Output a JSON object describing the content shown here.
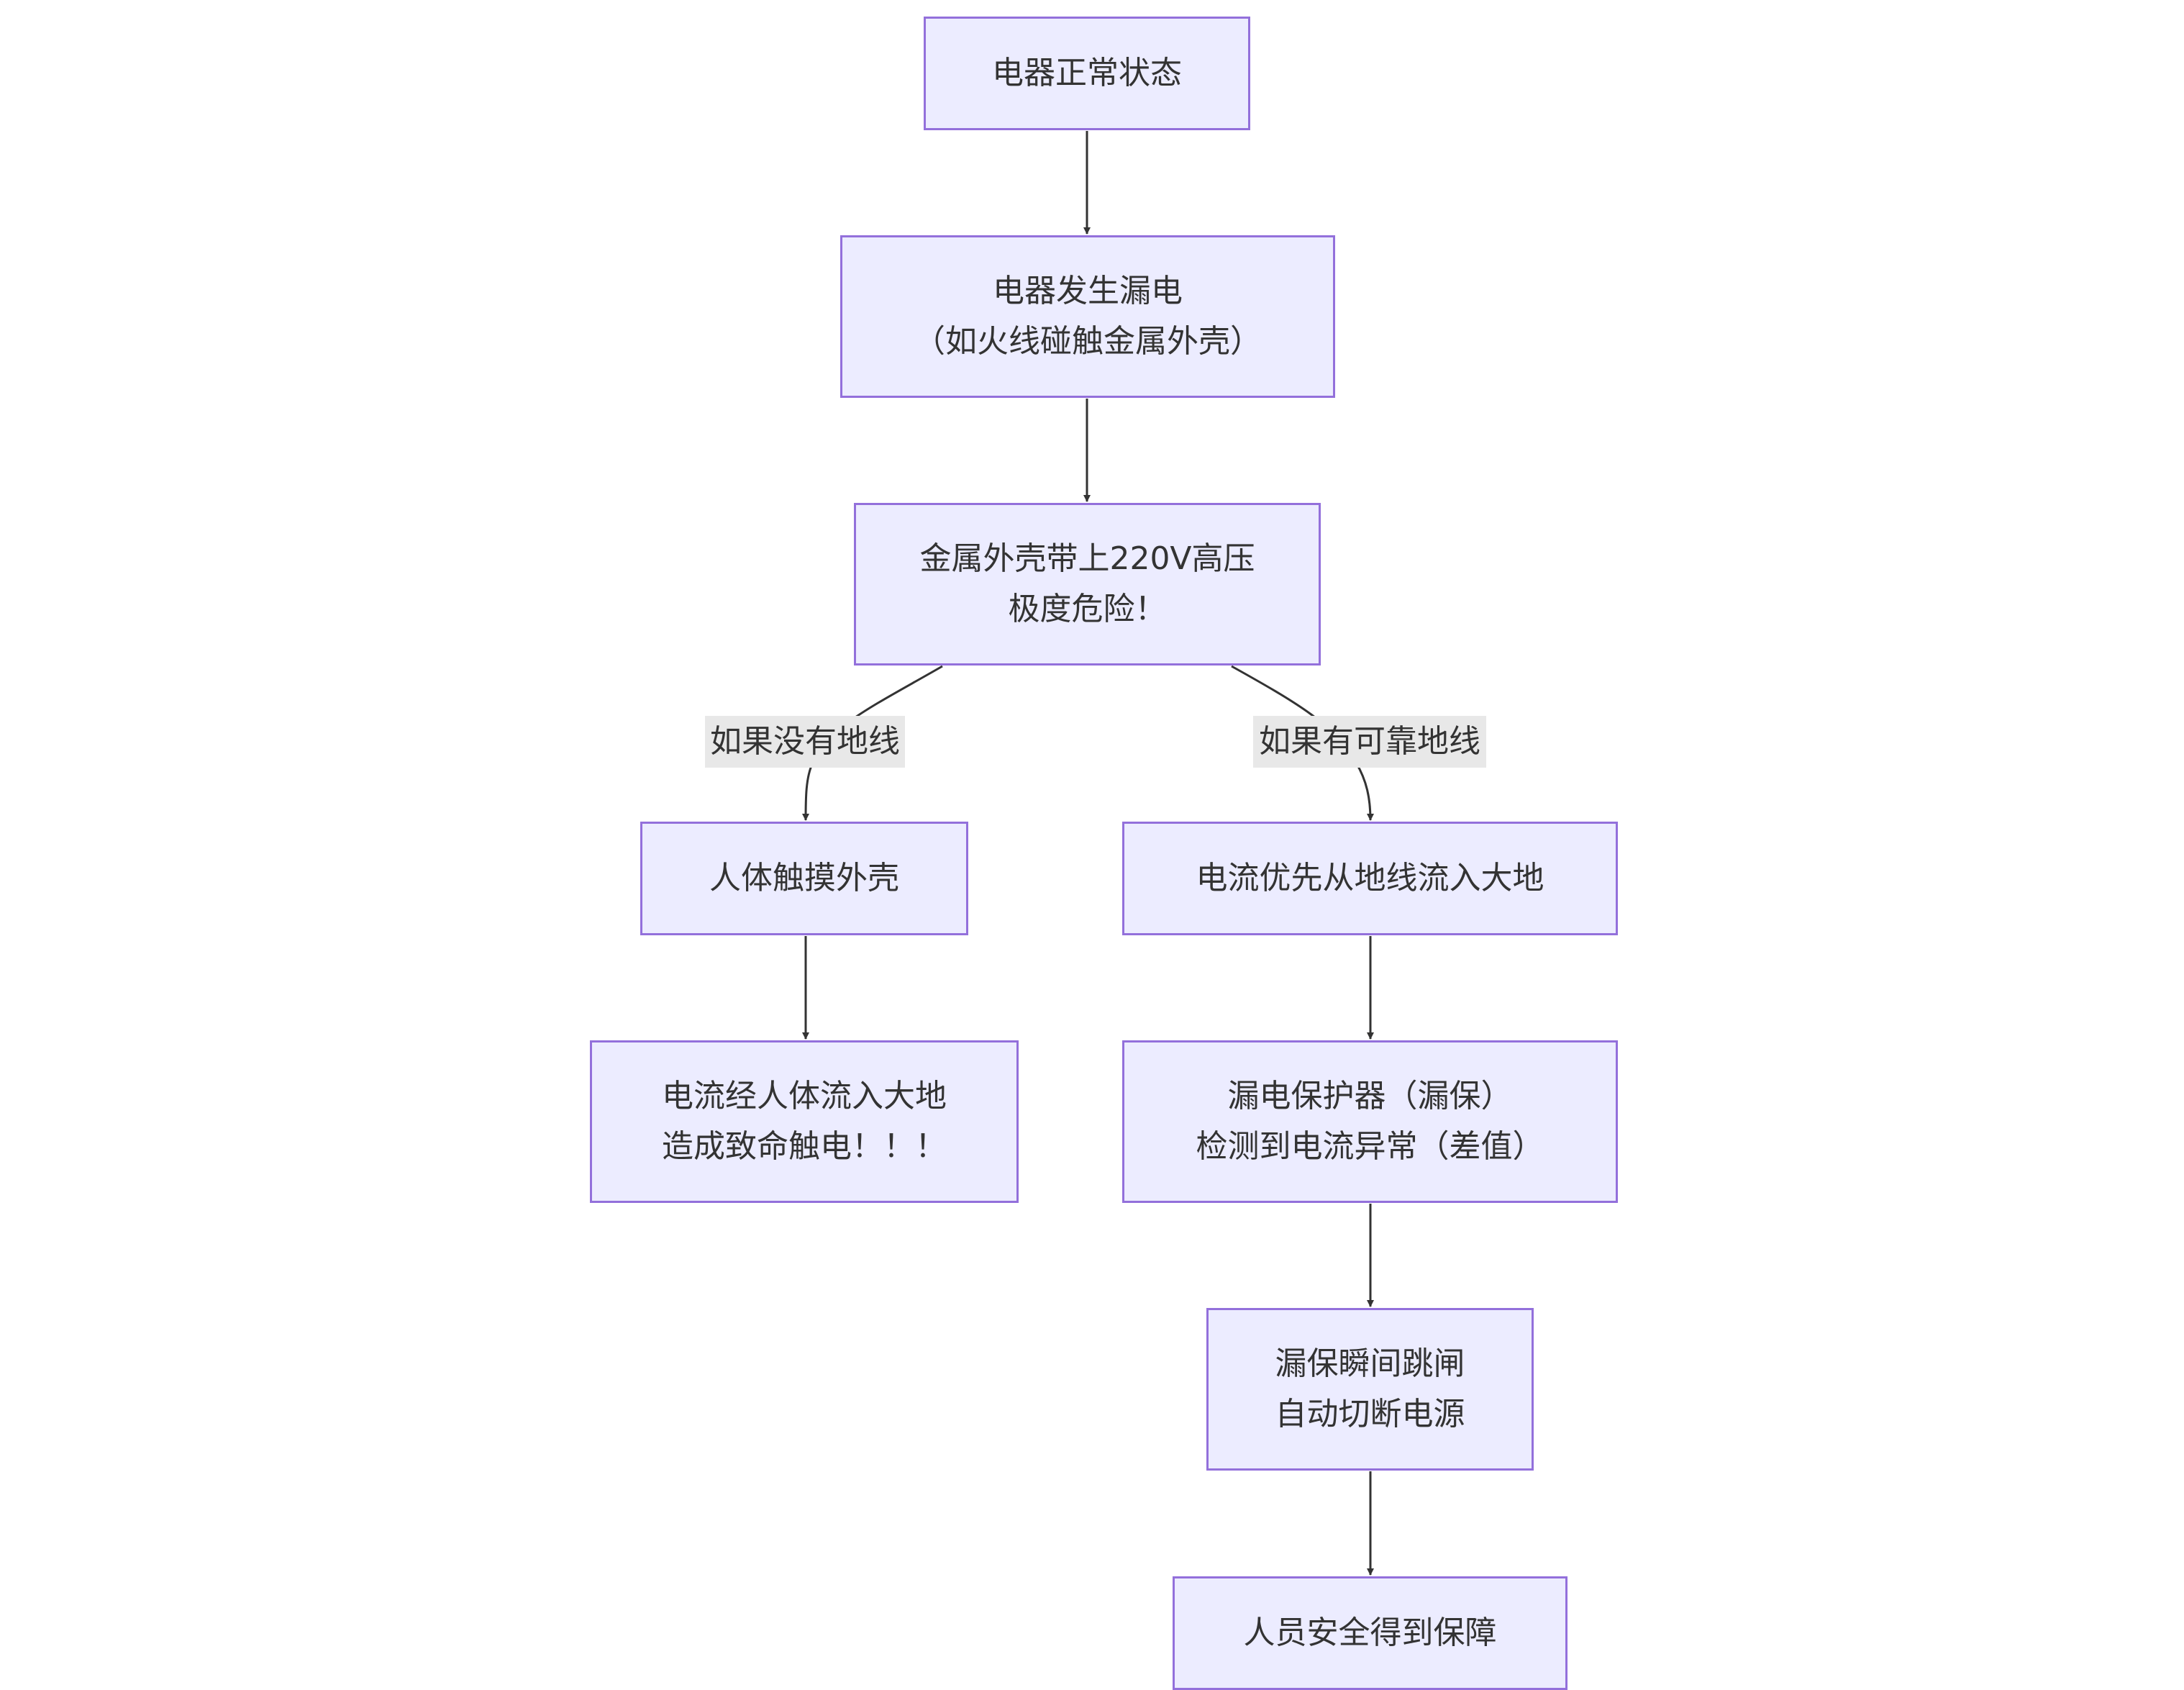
{
  "colors": {
    "node_fill": "#ececff",
    "node_stroke": "#9370db",
    "edge": "#333333",
    "label_background": "#e8e8e8",
    "text": "#333333"
  },
  "nodes": {
    "normal": {
      "lines": [
        "电器正常状态"
      ]
    },
    "leak": {
      "lines": [
        "电器发生漏电",
        "（如火线碰触金属外壳）"
      ]
    },
    "shell_live": {
      "lines": [
        "金属外壳带上220V高压",
        "极度危险！"
      ]
    },
    "touch": {
      "lines": [
        "人体触摸外壳"
      ]
    },
    "shock": {
      "lines": [
        "电流经人体流入大地",
        "造成致命触电！！！"
      ]
    },
    "ground_flow": {
      "lines": [
        "电流优先从地线流入大地"
      ]
    },
    "detect": {
      "lines": [
        "漏电保护器（漏保）",
        "检测到电流异常（差值）"
      ]
    },
    "trip": {
      "lines": [
        "漏保瞬间跳闸",
        "自动切断电源"
      ]
    },
    "safe": {
      "lines": [
        "人员安全得到保障"
      ]
    }
  },
  "edges": [
    {
      "from": "normal",
      "to": "leak"
    },
    {
      "from": "leak",
      "to": "shell_live"
    },
    {
      "from": "shell_live",
      "to": "touch",
      "label": "如果没有地线"
    },
    {
      "from": "shell_live",
      "to": "ground_flow",
      "label": "如果有可靠地线"
    },
    {
      "from": "touch",
      "to": "shock"
    },
    {
      "from": "ground_flow",
      "to": "detect"
    },
    {
      "from": "detect",
      "to": "trip"
    },
    {
      "from": "trip",
      "to": "safe"
    }
  ]
}
